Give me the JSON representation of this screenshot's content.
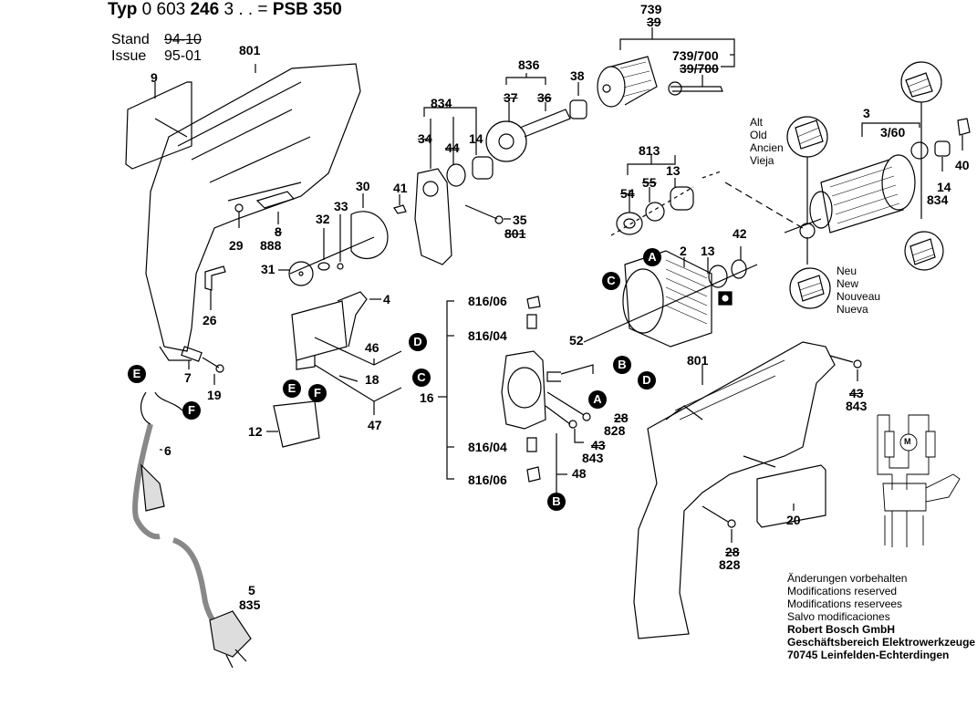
{
  "header": {
    "typ_label": "Typ",
    "typ_number_pre": "0 603",
    "typ_number_bold": "246",
    "typ_number_post": "3 . . =",
    "model": "PSB 350",
    "stand_label": "Stand",
    "stand_value": "94-10",
    "issue_label": "Issue",
    "issue_value": "95-01"
  },
  "parts": {
    "p801_top": "801",
    "p9": "9",
    "p29": "29",
    "p8": "8",
    "p888": "888",
    "p26": "26",
    "p7": "7",
    "p19": "19",
    "p6": "6",
    "p5": "5",
    "p835": "835",
    "p12": "12",
    "p4": "4",
    "p46": "46",
    "p18": "18",
    "p47": "47",
    "p16": "16",
    "p30": "30",
    "p41": "41",
    "p32": "32",
    "p33": "33",
    "p31": "31",
    "p35": "35",
    "p801_screw": "801",
    "p834": "834",
    "p34": "34",
    "p44": "44",
    "p14a": "14",
    "p836": "836",
    "p37": "37",
    "p36": "36",
    "p38": "38",
    "p739": "739",
    "p39": "39",
    "p739_700": "739/700",
    "p39_700": "39/700",
    "p3": "3",
    "p3_60": "3/60",
    "p14b": "14",
    "p834b": "834",
    "p40": "40",
    "p813": "813",
    "p54": "54",
    "p55": "55",
    "p13a": "13",
    "p2": "2",
    "p13b": "13",
    "p42": "42",
    "p816_06a": "816/06",
    "p816_04a": "816/04",
    "p816_04b": "816/04",
    "p816_06b": "816/06",
    "p52": "52",
    "p28a": "28",
    "p828a": "828",
    "p43a": "43",
    "p843a": "843",
    "p48": "48",
    "p801_housing": "801",
    "p43b": "43",
    "p843b": "843",
    "p20": "20",
    "p28b": "28",
    "p828b": "828"
  },
  "connectors": {
    "A": "A",
    "B": "B",
    "C": "C",
    "D": "D",
    "E": "E",
    "F": "F"
  },
  "legend_old": [
    "Alt",
    "Old",
    "Ancien",
    "Vieja"
  ],
  "legend_new": [
    "Neu",
    "New",
    "Nouveau",
    "Nueva"
  ],
  "schematic": {
    "motor_label": "M"
  },
  "footer": {
    "notes": [
      "Änderungen vorbehalten",
      "Modifications reserved",
      "Modifications reservees",
      "Salvo modificaciones"
    ],
    "company": [
      "Robert Bosch GmbH",
      "Geschäftsbereich Elektrowerkzeuge",
      "70745 Leinfelden-Echterdingen"
    ]
  }
}
